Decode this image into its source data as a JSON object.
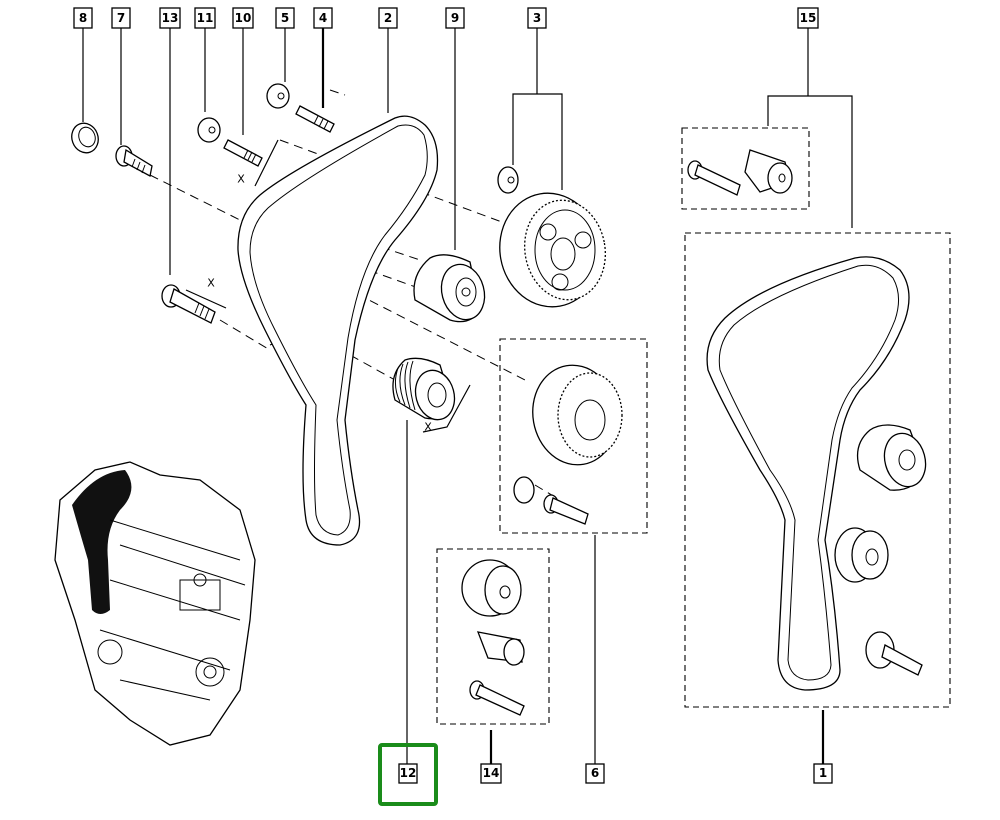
{
  "diagram": {
    "type": "exploded-parts-diagram",
    "subject": "timing belt kit",
    "callouts": [
      {
        "id": "8",
        "label": "8"
      },
      {
        "id": "7",
        "label": "7"
      },
      {
        "id": "13",
        "label": "13"
      },
      {
        "id": "11",
        "label": "11"
      },
      {
        "id": "10",
        "label": "10"
      },
      {
        "id": "5",
        "label": "5"
      },
      {
        "id": "4",
        "label": "4"
      },
      {
        "id": "2",
        "label": "2"
      },
      {
        "id": "9",
        "label": "9"
      },
      {
        "id": "3",
        "label": "3"
      },
      {
        "id": "15",
        "label": "15"
      },
      {
        "id": "12",
        "label": "12",
        "selected": true
      },
      {
        "id": "14",
        "label": "14"
      },
      {
        "id": "6",
        "label": "6"
      },
      {
        "id": "1",
        "label": "1"
      }
    ],
    "dimension_marker": "X",
    "selection_color": "#1a8c1a"
  }
}
